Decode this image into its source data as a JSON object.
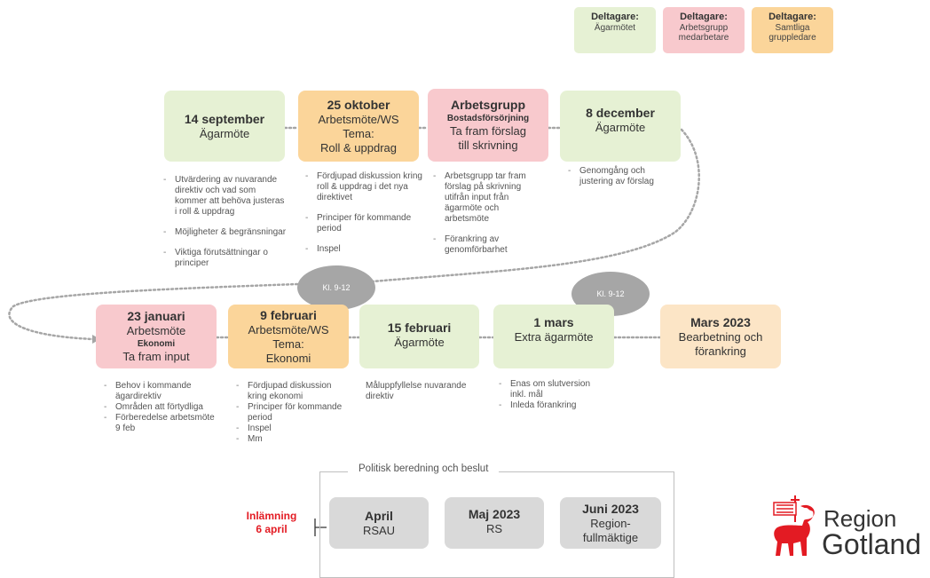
{
  "legend": [
    {
      "title": "Deltagare:",
      "text": "Ägarmötet",
      "color": "#e6f1d4"
    },
    {
      "title": "Deltagare:",
      "text": "Arbetsgrupp medarbetare",
      "color": "#f8c9cd"
    },
    {
      "title": "Deltagare:",
      "text": "Samtliga gruppledare",
      "color": "#fbd59a"
    }
  ],
  "row1": [
    {
      "title": "14 september",
      "line1": "Ägarmöte",
      "line2": ""
    },
    {
      "title": "25 oktober",
      "line1": "Arbetsmöte/WS",
      "line2": "Tema:",
      "line3": "Roll & uppdrag"
    },
    {
      "title": "Arbetsgrupp",
      "sub": "Bostadsförsörjning",
      "line1": "Ta fram förslag",
      "line2": "till skrivning"
    },
    {
      "title": "8 december",
      "line1": "Ägarmöte"
    }
  ],
  "row1_notes": [
    [
      "Utvärdering av nuvarande direktiv och vad som kommer att behöva justeras i roll & uppdrag",
      "Möjligheter & begränsningar",
      "Viktiga förutsättningar o principer"
    ],
    [
      "Fördjupad diskussion kring roll & uppdrag i det nya direktivet",
      "Principer för kommande period",
      "Inspel"
    ],
    [
      "Arbetsgrupp tar fram förslag på skrivning utifrån input från ägarmöte och arbetsmöte",
      "Förankring av genomförbarhet"
    ],
    [
      "Genomgång och justering av förslag"
    ]
  ],
  "ellipses": [
    "Kl. 9-12",
    "Kl. 9-12"
  ],
  "row2": [
    {
      "title": "23 januari",
      "line1": "Arbetsmöte",
      "sub": "Ekonomi",
      "line2": "Ta fram input"
    },
    {
      "title": "9 februari",
      "line1": "Arbetsmöte/WS",
      "line2": "Tema:",
      "line3": "Ekonomi"
    },
    {
      "title": "15 februari",
      "line1": "Ägarmöte"
    },
    {
      "title": "1 mars",
      "line1": "Extra ägarmöte"
    },
    {
      "title": "Mars 2023",
      "line1": "Bearbetning och",
      "line2": "förankring"
    }
  ],
  "row2_notes": [
    [
      "Behov i kommande ägardirektiv",
      "Områden att förtydliga",
      "Förberedelse arbetsmöte 9 feb"
    ],
    [
      "Fördjupad diskussion kring ekonomi",
      "Principer för kommande period",
      "Inspel",
      "Mm"
    ],
    [
      "Måluppfyllelse nuvarande direktiv"
    ],
    [
      "Enas om slutversion inkl. mål",
      "Inleda förankring"
    ]
  ],
  "politics": {
    "label": "Politisk beredning och beslut",
    "submit_line1": "Inlämning",
    "submit_line2": "6 april",
    "boxes": [
      {
        "title": "April",
        "line1": "RSAU"
      },
      {
        "title": "Maj 2023",
        "line1": "RS"
      },
      {
        "title": "Juni 2023",
        "line1": "Region-",
        "line2": "fullmäktige"
      }
    ]
  },
  "logo": {
    "line1": "Region",
    "line2": "Gotland"
  },
  "colors": {
    "accent_red": "#e31b23",
    "dots": "#a6a6a6"
  }
}
